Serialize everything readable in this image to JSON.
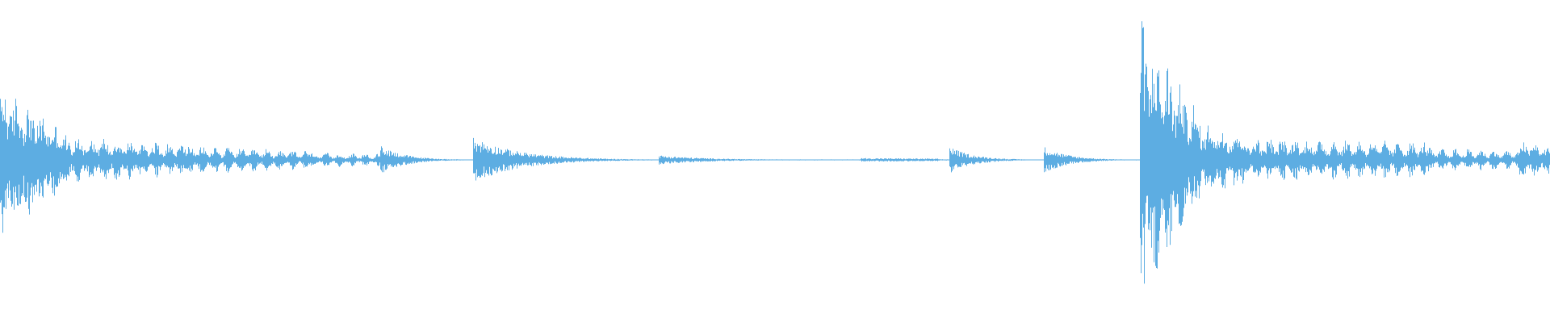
{
  "waveform": {
    "color": "#5DADE2",
    "background": "#ffffff",
    "segments": [
      {
        "start": 0.0,
        "end": 0.04,
        "amp": 0.5,
        "decay": 0.6,
        "pulse": 0.35
      },
      {
        "start": 0.04,
        "end": 0.12,
        "amp": 0.17,
        "decay": 0.4,
        "pulse": 0.55
      },
      {
        "start": 0.12,
        "end": 0.2,
        "amp": 0.1,
        "decay": 0.4,
        "pulse": 0.65
      },
      {
        "start": 0.2,
        "end": 0.245,
        "amp": 0.05,
        "decay": 0.2,
        "pulse": 0.7
      },
      {
        "start": 0.245,
        "end": 0.305,
        "amp": 0.1,
        "decay": 0.9,
        "pulse": 0.0
      },
      {
        "start": 0.305,
        "end": 0.425,
        "amp": 0.15,
        "decay": 0.95,
        "pulse": 0.0
      },
      {
        "start": 0.425,
        "end": 0.555,
        "amp": 0.03,
        "decay": 0.95,
        "pulse": 0.0
      },
      {
        "start": 0.555,
        "end": 0.605,
        "amp": 0.012,
        "decay": 0.3,
        "pulse": 0.0
      },
      {
        "start": 0.605,
        "end": 0.612,
        "amp": 0.004,
        "decay": 0.0,
        "pulse": 0.0
      },
      {
        "start": 0.612,
        "end": 0.673,
        "amp": 0.09,
        "decay": 0.9,
        "pulse": 0.0
      },
      {
        "start": 0.673,
        "end": 0.735,
        "amp": 0.09,
        "decay": 0.9,
        "pulse": 0.0
      },
      {
        "start": 0.735,
        "end": 0.77,
        "amp": 0.96,
        "decay": 0.6,
        "pulse": 0.4
      },
      {
        "start": 0.77,
        "end": 0.8,
        "amp": 0.3,
        "decay": 0.4,
        "pulse": 0.5
      },
      {
        "start": 0.8,
        "end": 0.92,
        "amp": 0.16,
        "decay": 0.25,
        "pulse": 0.6
      },
      {
        "start": 0.92,
        "end": 0.98,
        "amp": 0.08,
        "decay": 0.2,
        "pulse": 0.65
      },
      {
        "start": 0.98,
        "end": 1.0,
        "amp": 0.13,
        "decay": 0.3,
        "pulse": 0.5
      }
    ]
  }
}
